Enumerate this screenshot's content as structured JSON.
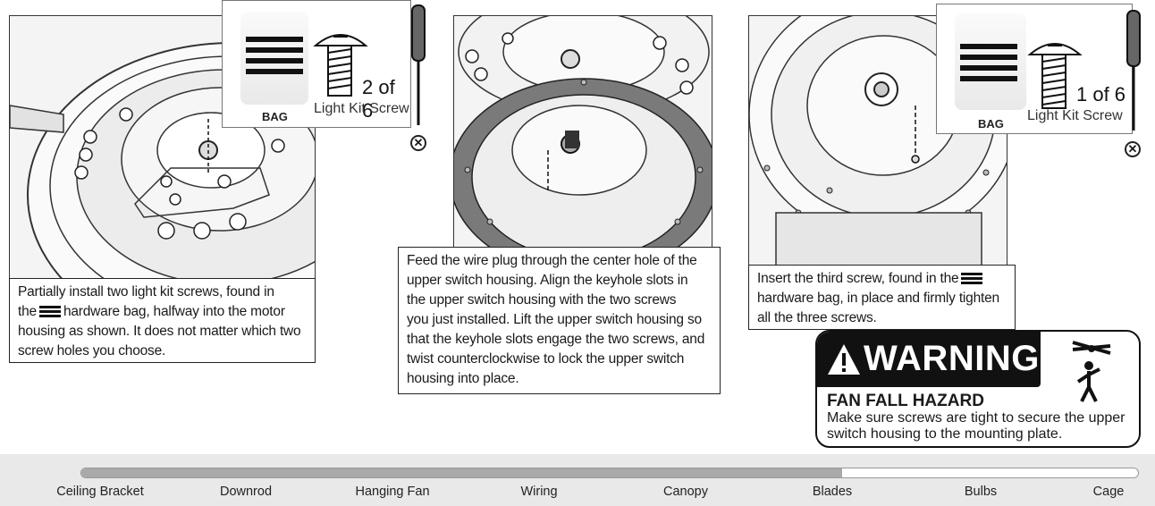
{
  "panels": [
    {
      "caption_parts": [
        "Partially install two light kit screws, found in",
        "the",
        "hardware bag, halfway into the motor",
        "housing as shown. It does not matter which two",
        "screw holes you choose."
      ],
      "hardware": {
        "bag_label": "BAG",
        "count": "2 of 6",
        "name": "Light Kit Screw"
      }
    },
    {
      "caption_lines": [
        "Feed the wire plug through the center hole of the",
        "upper switch housing. Align the keyhole slots in",
        "the upper switch housing with the two screws",
        "you just installed. Lift the upper switch housing so",
        "that the keyhole slots engage the two screws, and",
        "twist counterclockwise to lock the upper switch",
        "housing into place."
      ]
    },
    {
      "caption_parts": [
        "Insert the third screw, found in the",
        "hardware bag, in place and firmly tighten",
        "all the three screws."
      ],
      "hardware": {
        "bag_label": "BAG",
        "count": "1 of 6",
        "name": "Light Kit Screw"
      }
    }
  ],
  "warning": {
    "heading": "WARNING",
    "title": "FAN FALL HAZARD",
    "body": "Make sure screws are tight to secure the upper switch housing to the mounting plate."
  },
  "progress": {
    "fraction_complete": 0.72,
    "steps": [
      "Ceiling Bracket",
      "Downrod",
      "Hanging Fan",
      "Wiring",
      "Canopy",
      "Blades",
      "Bulbs",
      "Cage"
    ]
  },
  "icons": {
    "no_power_tool": "no-power-tool-icon",
    "screwdriver": "screwdriver-icon",
    "warning_triangle": "warning-triangle-icon",
    "falling_person": "falling-person-icon"
  }
}
